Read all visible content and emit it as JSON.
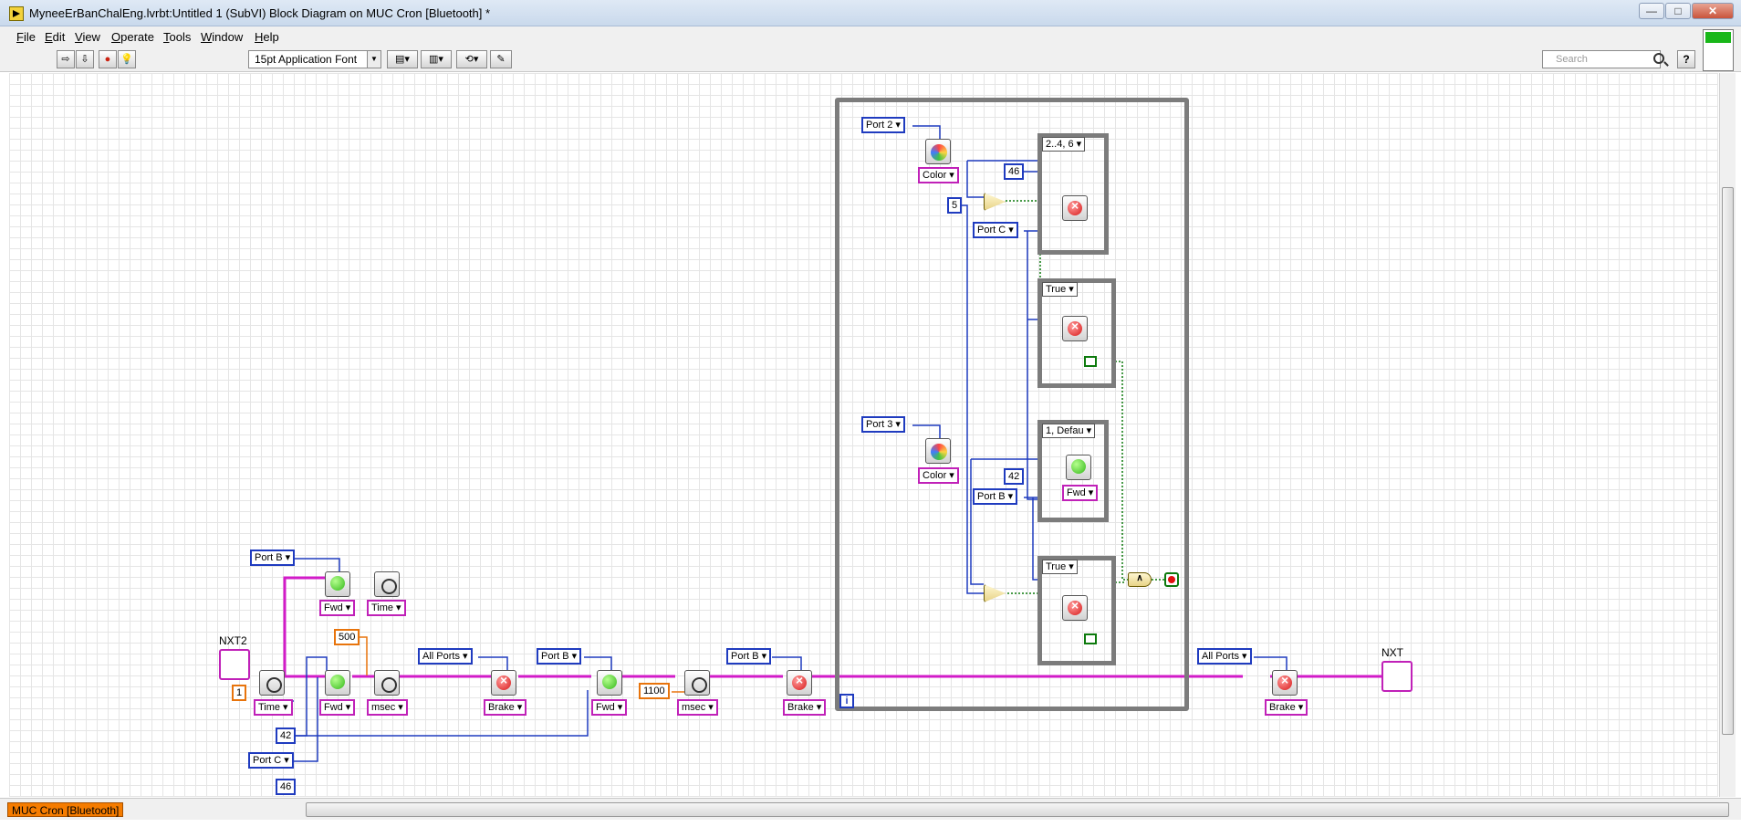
{
  "window": {
    "title": "MyneeErBanChalEng.lvrbt:Untitled 1 (SubVI) Block Diagram on MUC Cron [Bluetooth] *",
    "minimize": "—",
    "maximize": "□",
    "close": "✕"
  },
  "menu": [
    "File",
    "Edit",
    "View",
    "Operate",
    "Tools",
    "Window",
    "Help"
  ],
  "toolbar": {
    "font": "15pt Application Font",
    "search_placeholder": "Search",
    "help": "?"
  },
  "status": {
    "target": "MUC Cron [Bluetooth]"
  },
  "diagram": {
    "nxt2_label": "NXT2",
    "nxt_label": "NXT",
    "const_1": "1",
    "const_500": "500",
    "const_42_main": "42",
    "const_46_main": "46",
    "const_1100": "1100",
    "const_5": "5",
    "const_46_case": "46",
    "const_42_case": "42",
    "loop_iter": "i",
    "and_label": "∧",
    "port_b_top": "Port B",
    "port_c_main": "Port C",
    "all_ports_1": "All Ports",
    "port_b_2": "Port B",
    "port_b_3": "Port B",
    "all_ports_2": "All Ports",
    "port_2": "Port 2",
    "port_3": "Port 3",
    "port_c_case": "Port C",
    "port_b_case": "Port B",
    "fwd_1": "Fwd",
    "fwd_2": "Fwd",
    "fwd_3": "Fwd",
    "fwd_case": "Fwd",
    "time_1": "Time",
    "time_2": "Time",
    "msec_1": "msec",
    "msec_2": "msec",
    "brake_1": "Brake",
    "brake_2": "Brake",
    "brake_3": "Brake",
    "color_1": "Color",
    "color_2": "Color",
    "case1_selector": "2..4, 6",
    "case2_selector": "True",
    "case3_selector": "1, Defau",
    "case4_selector": "True"
  }
}
